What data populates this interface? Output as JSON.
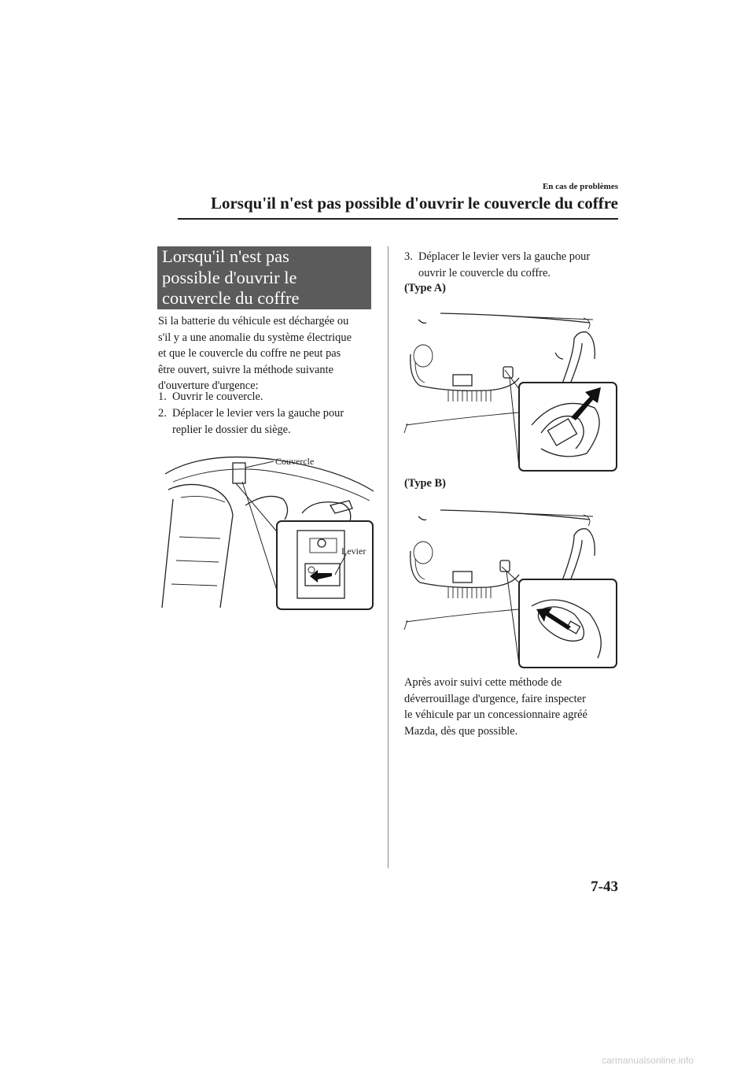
{
  "header": {
    "chapter": "En cas de problèmes",
    "running_title": "Lorsqu'il n'est pas possible d'ouvrir le couvercle du coffre"
  },
  "section": {
    "title_lines": [
      "Lorsqu'il n'est pas",
      "possible d'ouvrir le",
      "couvercle du coffre"
    ]
  },
  "intro_lines": [
    "Si la batterie du véhicule est déchargée ou",
    "s'il y a une anomalie du système électrique",
    "et que le couvercle du coffre ne peut pas",
    "être ouvert, suivre la méthode suivante",
    "d'ouverture d'urgence:"
  ],
  "steps": [
    {
      "number": "1.",
      "lines": [
        "Ouvrir le couvercle."
      ]
    },
    {
      "number": "2.",
      "lines": [
        "Déplacer le levier vers la gauche pour",
        "replier le dossier du siège."
      ]
    },
    {
      "number": "3.",
      "lines": [
        "Déplacer le levier vers la gauche pour",
        "ouvrir le couvercle du coffre."
      ]
    }
  ],
  "figure_seat": {
    "label_cover": "Couvercle",
    "label_lever": "Levier"
  },
  "type_a_label": "(Type A)",
  "type_b_label": "(Type B)",
  "closing_lines": [
    "Après avoir suivi cette méthode de",
    "déverrouillage d'urgence, faire inspecter",
    "le véhicule par un concessionnaire agréé",
    "Mazda, dès que possible."
  ],
  "page_number": "7-43",
  "watermark": "carmanualsonline.info"
}
